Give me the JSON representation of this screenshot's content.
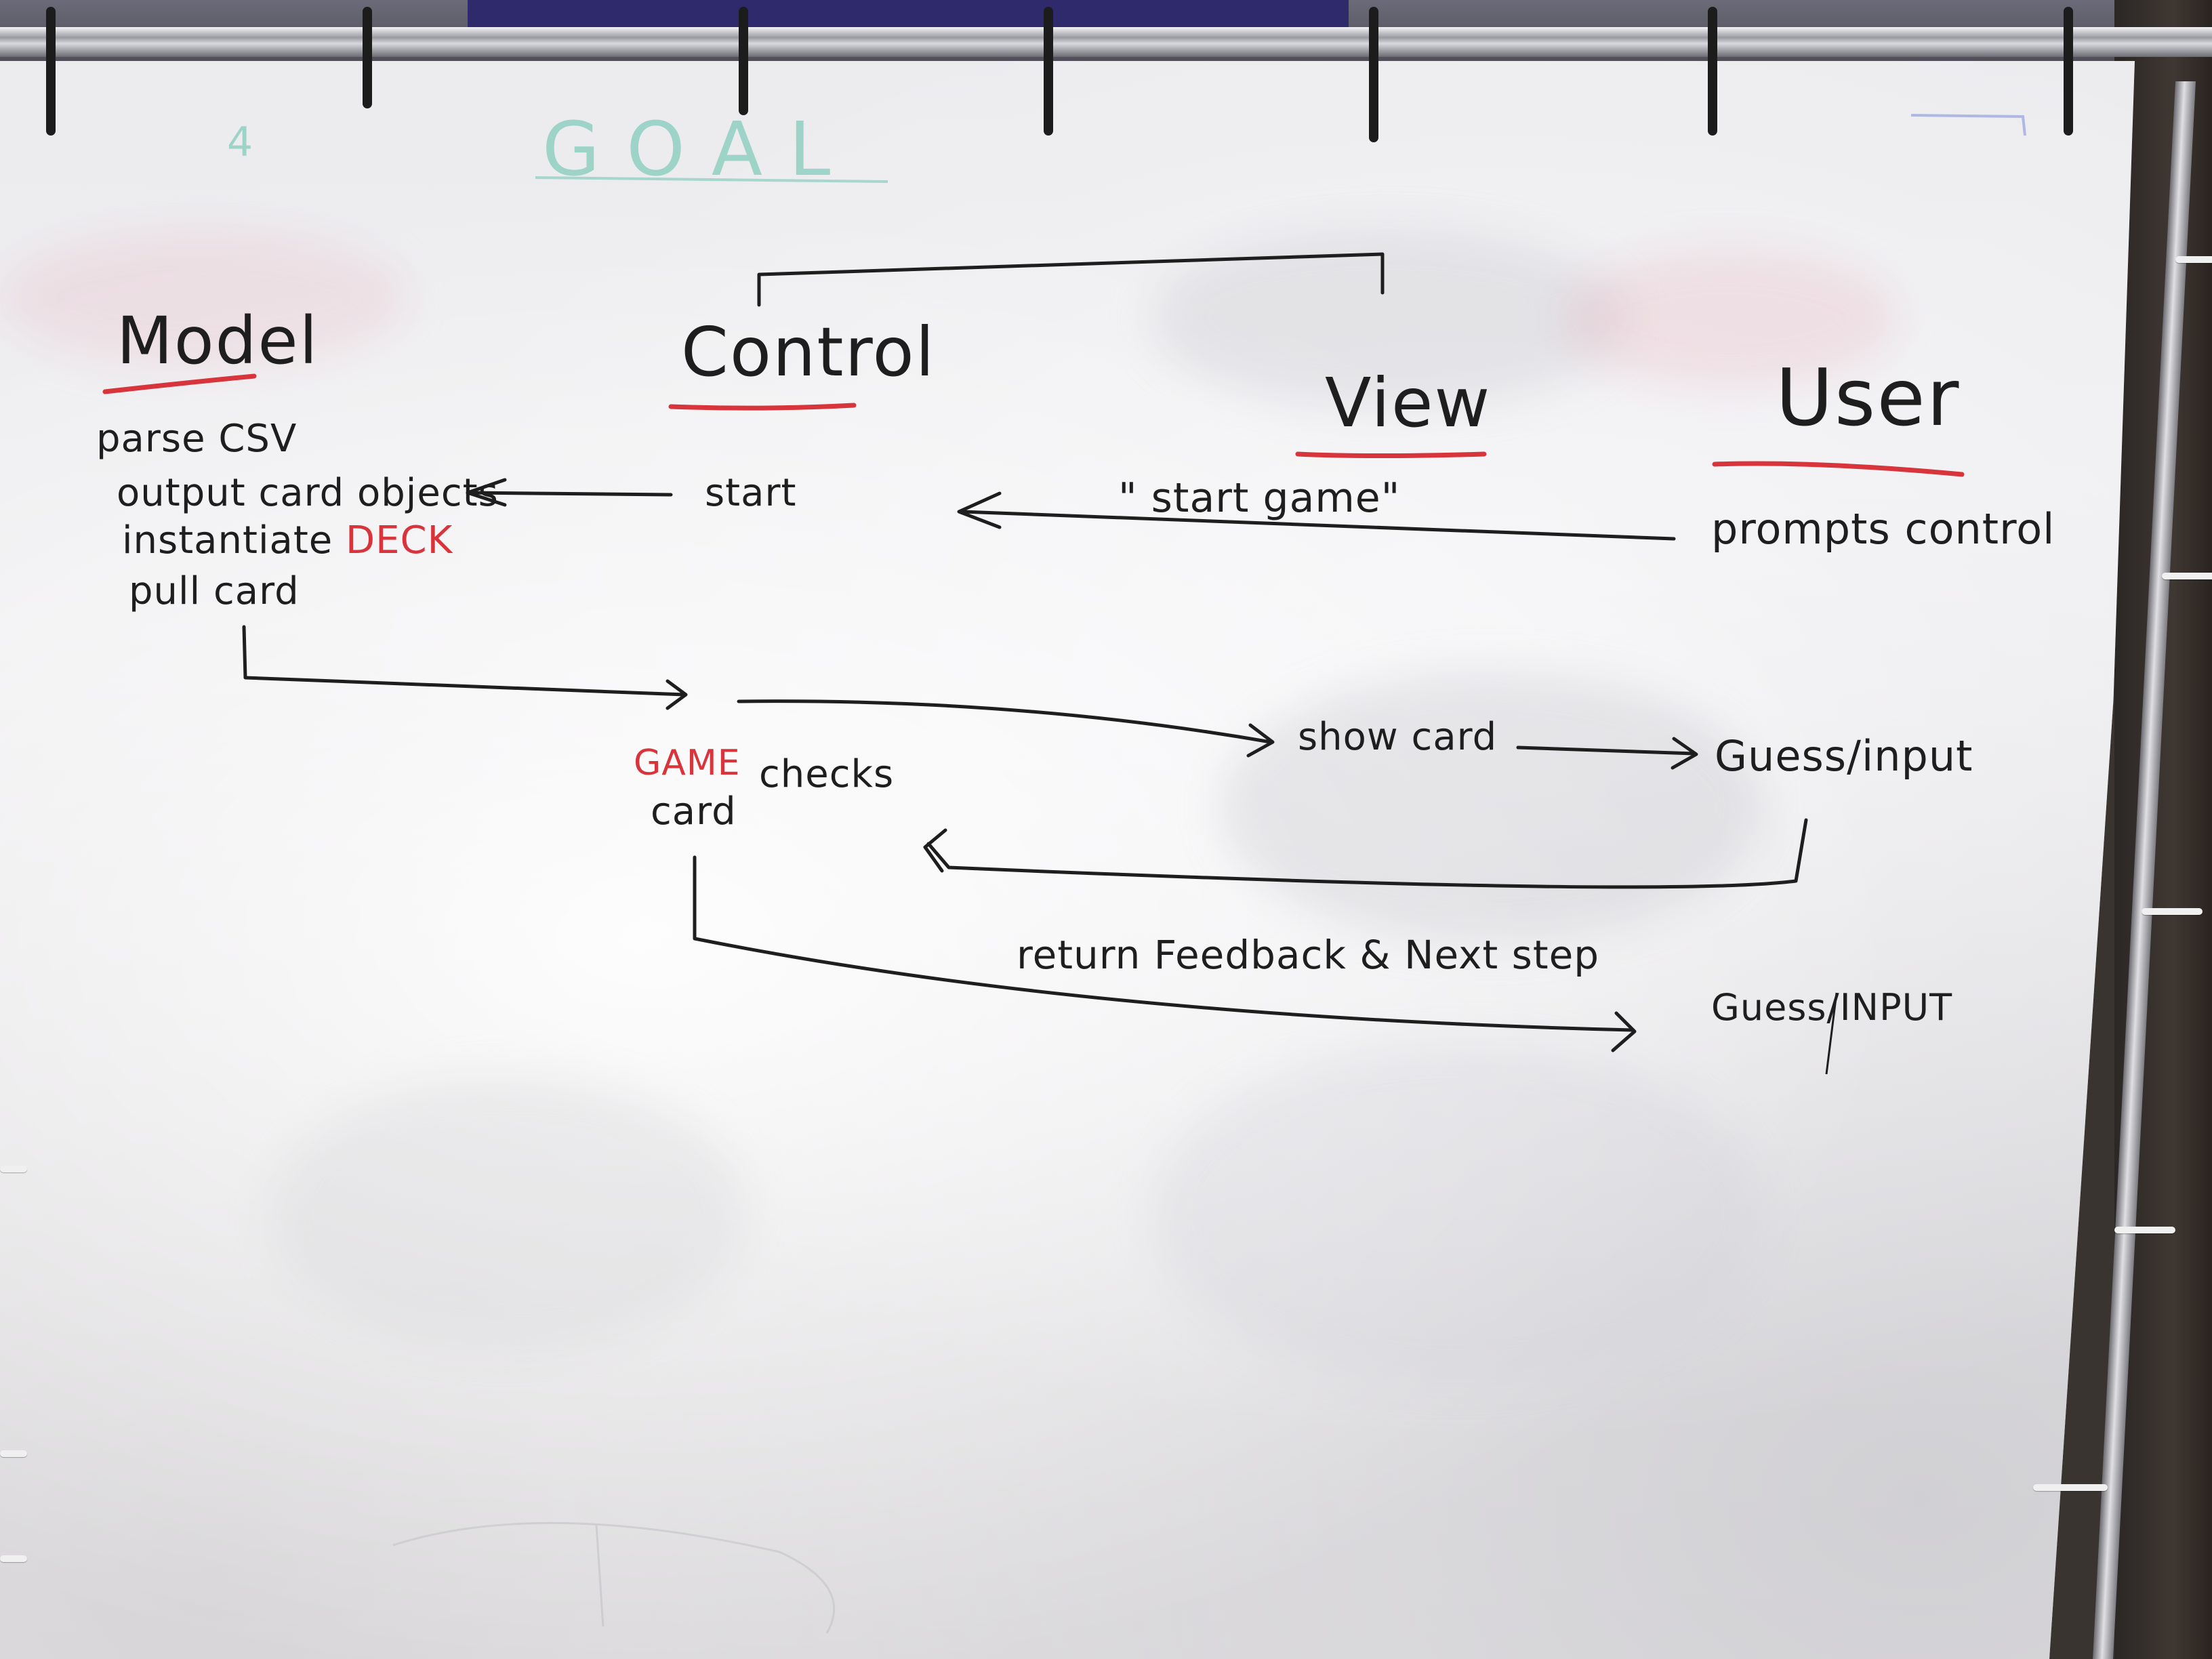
{
  "board": {
    "colors": {
      "board": "#ecebee",
      "marker_black": "#1e1e1e",
      "marker_red": "#d8343c",
      "faded_teal": "#3fb59a",
      "frame": "#1c1c1c"
    },
    "faded": {
      "goal": "G O A L",
      "number": "4"
    },
    "headers": {
      "model": "Model",
      "control": "Control",
      "view": "View",
      "user": "User"
    },
    "model_lines": {
      "line1": "parse CSV",
      "line2": "output card objects",
      "line3_prefix": "instantiate",
      "line3_deck": "DECK",
      "line4": "pull card"
    },
    "control_start": "start",
    "view_start_game": "\" start game\"",
    "user_prompts": "prompts control",
    "show_card": "show card",
    "guess_input_1": "Guess/input",
    "game_word": "GAME",
    "checks": "checks",
    "card_word": "card",
    "return_feedback": "return Feedback & Next step",
    "guess_input_2": "Guess/INPUT"
  }
}
